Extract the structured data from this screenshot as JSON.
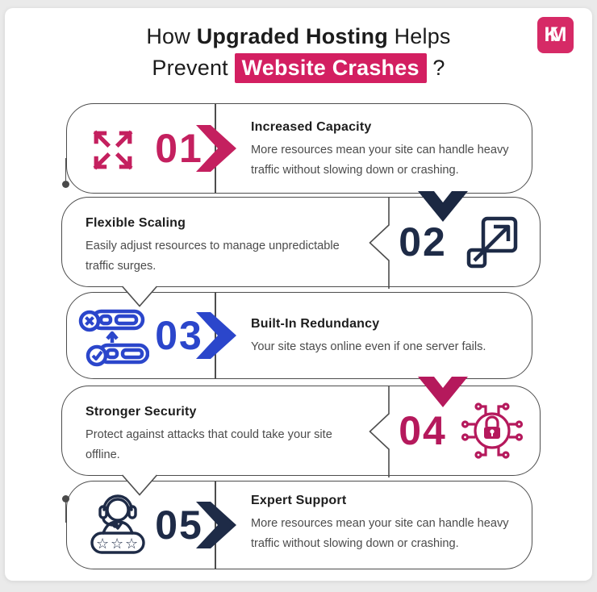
{
  "header": {
    "title": {
      "line1_pre": "How ",
      "line1_bold": "Upgraded Hosting",
      "line1_post": " Helps",
      "line2_pre": "Prevent ",
      "line2_highlight": "Website Crashes",
      "line2_post": " ?"
    },
    "logo": {
      "letter1": "K",
      "letter2": "M"
    }
  },
  "items": [
    {
      "number": "01",
      "title": "Increased Capacity",
      "description": "More resources mean your site can handle heavy traffic without slowing down or crashing.",
      "accent": "#C4205F",
      "icon": "expand-arrows-icon"
    },
    {
      "number": "02",
      "title": "Flexible Scaling",
      "description": "Easily adjust resources to manage unpredictable traffic surges.",
      "accent": "#1E2B47",
      "icon": "scale-resize-icon"
    },
    {
      "number": "03",
      "title": "Built-In Redundancy",
      "description": "Your site stays online even if one server fails.",
      "accent": "#2B46CB",
      "icon": "server-failover-icon"
    },
    {
      "number": "04",
      "title": "Stronger Security",
      "description": "Protect against attacks that could take your site offline.",
      "accent": "#B5195C",
      "icon": "security-lock-icon"
    },
    {
      "number": "05",
      "title": "Expert Support",
      "description": "More resources mean your site can handle heavy traffic without slowing down or crashing.",
      "accent": "#1E2B47",
      "icon": "support-agent-icon"
    }
  ],
  "connectors": {
    "arrow_1_2": "#1B2842",
    "arrow_3_4": "#B5195C"
  },
  "colors": {
    "highlight_bg": "#D31F61",
    "logo_bg": "#D62A66",
    "card_border": "#4D4D4D",
    "heading_text": "#1D1D1D",
    "body_text": "#4B4B4B",
    "page_bg": "#EAEAEA"
  }
}
